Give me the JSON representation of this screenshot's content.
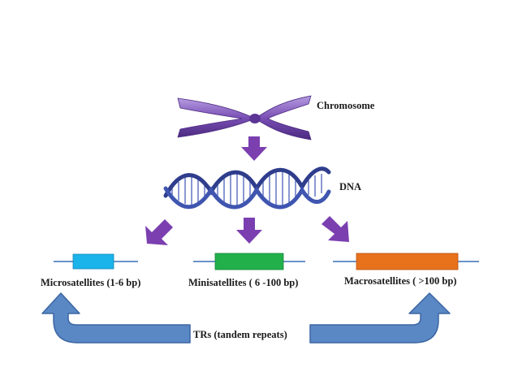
{
  "diagram": {
    "chromosome_label": "Chromosome",
    "dna_label": "DNA",
    "micro_label": "Microsatellites  (1-6 bp)",
    "mini_label": "Minisatellites  ( 6 -100 bp)",
    "macro_label": "Macrosatellites  ( >100 bp)",
    "trs_label": "TRs (tandem repeats)"
  },
  "colors": {
    "arrow_purple": "#7b3fb0",
    "chromosome": "#7a4fb5",
    "dna_strand": "#3b4a9a",
    "micro_box": "#1ab3ea",
    "mini_box": "#22b04b",
    "macro_box": "#e8711c",
    "line_blue": "#3a6fb5",
    "big_arrow_fill": "#5a88c4",
    "big_arrow_stroke": "#3c66a3"
  }
}
